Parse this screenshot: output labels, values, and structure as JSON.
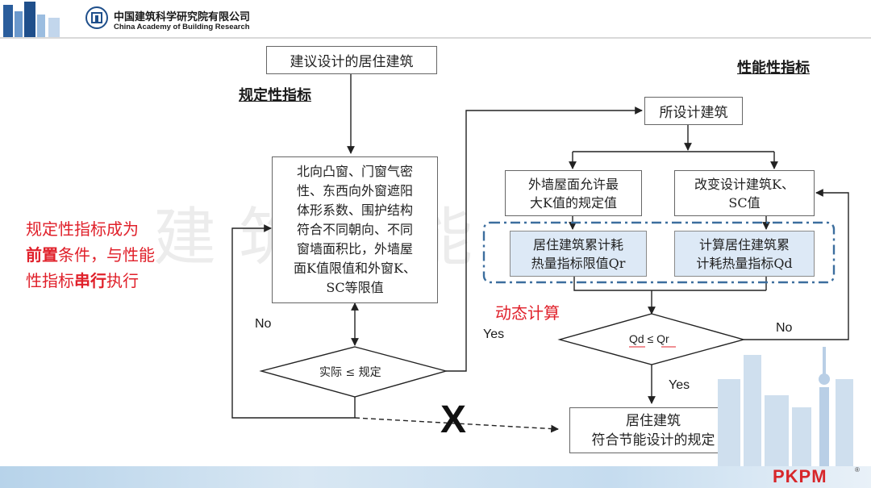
{
  "header": {
    "org_name_cn": "中国建筑科学研究院有限公司",
    "org_name_en": "China Academy of Building Research"
  },
  "headings": {
    "prescriptive": "规定性指标",
    "performance": "性能性指标"
  },
  "left_flow": {
    "start_box": "建议设计的居住建筑",
    "criteria_lines": [
      "北向凸窗、门窗气密",
      "性、东西向外窗遮阳",
      "体形系数、围护结构",
      "符合不同朝向、不同",
      "窗墙面积比，外墙屋",
      "面K值限值和外窗K、",
      "SC等限值"
    ],
    "decision": "实际 ≤ 规定",
    "no_label": "No",
    "yes_label": "Yes"
  },
  "right_flow": {
    "designed_building": "所设计建筑",
    "allowed_k_lines": [
      "外墙屋面允许最",
      "大K值的规定值"
    ],
    "change_design_lines": [
      "改变设计建筑K、",
      "SC值"
    ],
    "limit_qr_lines": [
      "居住建筑累计耗",
      "热量指标限值Qr"
    ],
    "calc_qd_lines": [
      "计算居住建筑累",
      "计耗热量指标Qd"
    ],
    "decision": "Qd ≤ Qr",
    "no_label": "No",
    "yes_label": "Yes",
    "dynamic_label": "动态计算"
  },
  "result_box_lines": [
    "居住建筑",
    "符合节能设计的规定"
  ],
  "note": {
    "line1": "规定性指标成为",
    "line2_bold": "前置",
    "line2_rest": "条件，与性能",
    "line3_pre": "性指标",
    "line3_bold": "串行",
    "line3_rest": "执行"
  },
  "watermark": "建筑节能",
  "x_mark": "X",
  "footer": {
    "brand": "PKPM",
    "reg": "®"
  },
  "colors": {
    "accent_red": "#e0202a",
    "dashed_blue": "#3c6e9e",
    "box_blue_fill": "#dde9f6"
  }
}
